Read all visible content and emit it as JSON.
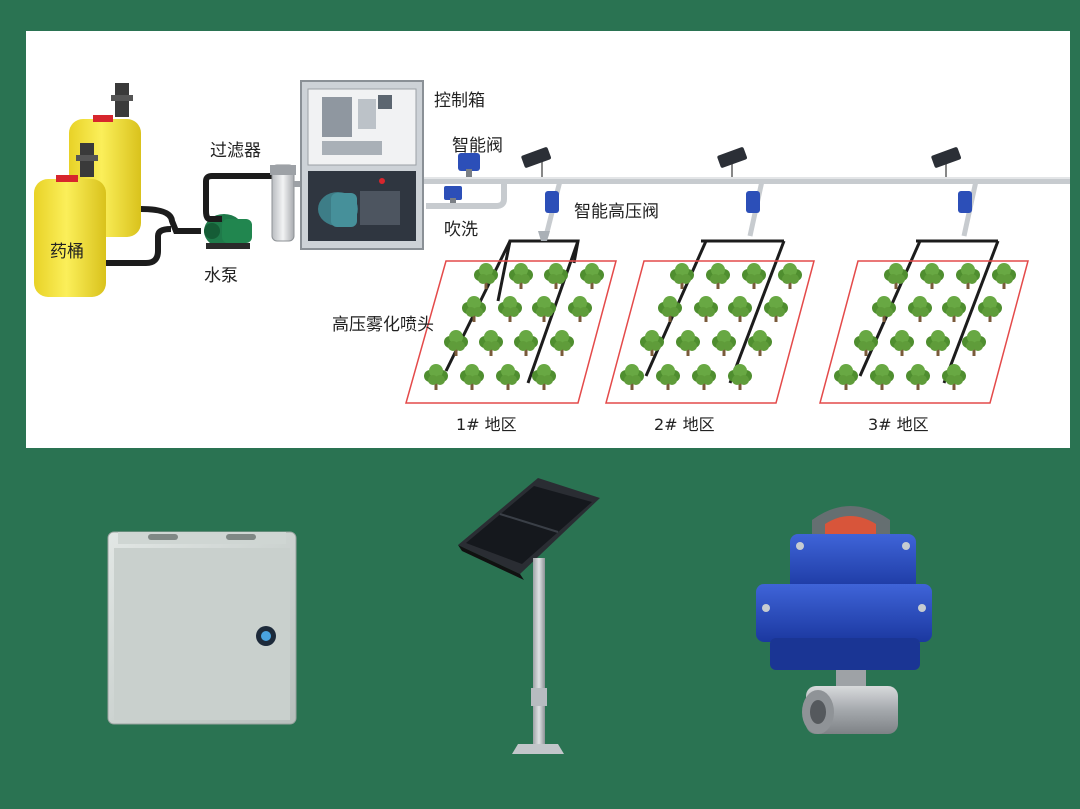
{
  "diagram": {
    "labels": {
      "tank": "药桶",
      "filter": "过滤器",
      "pump": "水泵",
      "control_box": "控制箱",
      "smart_valve": "智能阀",
      "flush": "吹洗",
      "hp_valve": "智能高压阀",
      "nozzle": "高压雾化喷头"
    },
    "zones": [
      {
        "label": "1# 地区"
      },
      {
        "label": "2# 地区"
      },
      {
        "label": "3# 地区"
      }
    ]
  },
  "colors": {
    "background": "#2a7352",
    "tank": "#f6e53c",
    "tank_cap": "#d7262d",
    "pipe": "#c7cbcf",
    "drip_line": "#1c1c1c",
    "zone_border": "#e44a4a",
    "tree_crown": "#5f9c3a",
    "valve": "#2c4fb8"
  },
  "devices": [
    {
      "icon": "control-box-icon"
    },
    {
      "icon": "solar-panel-icon"
    },
    {
      "icon": "electric-ball-valve-icon"
    }
  ]
}
